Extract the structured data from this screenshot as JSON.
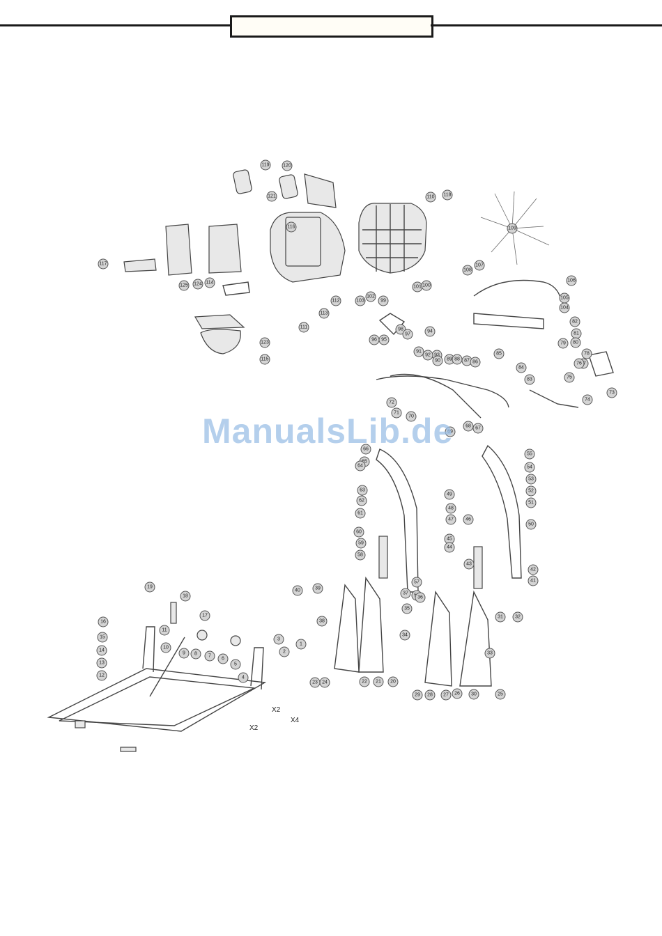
{
  "header": {
    "title": ""
  },
  "watermark": "ManualsLib.de",
  "callouts": [
    "119",
    "120",
    "121",
    "125",
    "124",
    "113",
    "111",
    "123",
    "117",
    "116",
    "115",
    "112",
    "114",
    "110",
    "118",
    "109",
    "108",
    "107",
    "106",
    "105",
    "104",
    "103",
    "102",
    "101",
    "100",
    "99",
    "98",
    "97",
    "96",
    "95",
    "94",
    "93",
    "92",
    "91",
    "90",
    "89",
    "88",
    "87",
    "86",
    "85",
    "84",
    "83",
    "82",
    "81",
    "80",
    "79",
    "78",
    "77",
    "76",
    "75",
    "74",
    "73",
    "72",
    "71",
    "70",
    "69",
    "68",
    "67",
    "66",
    "65",
    "64",
    "63",
    "62",
    "61",
    "60",
    "59",
    "58",
    "57",
    "56",
    "55",
    "54",
    "53",
    "52",
    "51",
    "50",
    "49",
    "48",
    "47",
    "46",
    "45",
    "44",
    "43",
    "42",
    "41",
    "40",
    "39",
    "38",
    "37",
    "36",
    "35",
    "34",
    "33",
    "32",
    "31",
    "30",
    "29",
    "28",
    "27",
    "26",
    "25",
    "24",
    "23",
    "22",
    "21",
    "20",
    "19",
    "18",
    "17",
    "16",
    "15",
    "14",
    "13",
    "12",
    "11",
    "10",
    "9",
    "8",
    "7",
    "6",
    "5",
    "4",
    "3",
    "2",
    "1"
  ],
  "quantity_marks": {
    "x2_a": "X2",
    "x4": "X4",
    "x2_b": "X2"
  }
}
